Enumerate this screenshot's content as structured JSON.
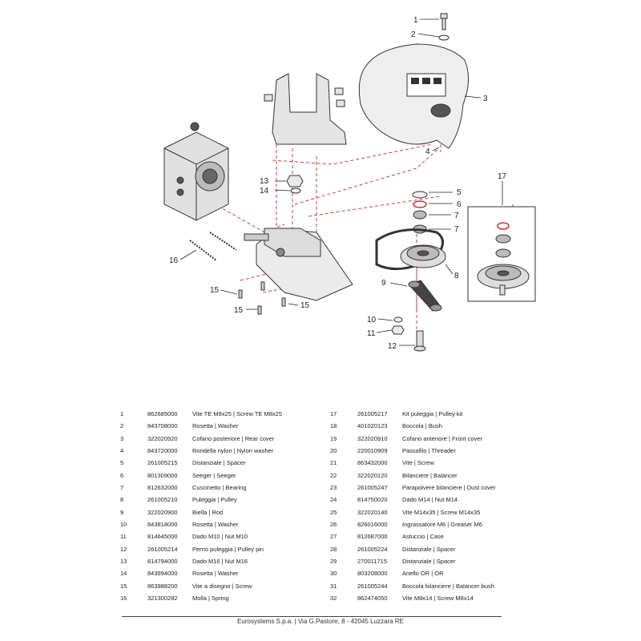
{
  "callouts": [
    "1",
    "2",
    "3",
    "4",
    "5",
    "6",
    "7",
    "7",
    "8",
    "9",
    "10",
    "11",
    "12",
    "13",
    "14",
    "15",
    "15",
    "15",
    "16",
    "17"
  ],
  "parts": [
    {
      "n": "1",
      "code": "862685000",
      "desc": "Vite TE M8x25 | Screw TE M8x25"
    },
    {
      "n": "2",
      "code": "843708000",
      "desc": "Rosetta | Washer"
    },
    {
      "n": "3",
      "code": "322020920",
      "desc": "Cofano posteriore | Rear cover"
    },
    {
      "n": "4",
      "code": "843720000",
      "desc": "Rondella nylon | Nylon washer"
    },
    {
      "n": "5",
      "code": "261005215",
      "desc": "Distanziale | Spacer"
    },
    {
      "n": "6",
      "code": "801309000",
      "desc": "Seeger | Seeger"
    },
    {
      "n": "7",
      "code": "812632000",
      "desc": "Cuscinetto | Bearing"
    },
    {
      "n": "8",
      "code": "261005210",
      "desc": "Puleggia | Pulley"
    },
    {
      "n": "9",
      "code": "322020900",
      "desc": "Biella | Rod"
    },
    {
      "n": "10",
      "code": "843818000",
      "desc": "Rosetta | Washer"
    },
    {
      "n": "11",
      "code": "814645000",
      "desc": "Dado M10 | Nut M10"
    },
    {
      "n": "12",
      "code": "261005214",
      "desc": "Perno puleggia | Pulley pin"
    },
    {
      "n": "13",
      "code": "814794000",
      "desc": "Dado M16 | Nut M16"
    },
    {
      "n": "14",
      "code": "843994000",
      "desc": "Rosetta | Washer"
    },
    {
      "n": "15",
      "code": "863988200",
      "desc": "Vite a disegno | Screw"
    },
    {
      "n": "16",
      "code": "321300282",
      "desc": "Molla | Spring"
    },
    {
      "n": "17",
      "code": "261005217",
      "desc": "Kit puleggia | Pulley kit"
    },
    {
      "n": "18",
      "code": "401020123",
      "desc": "Boccola | Bush"
    },
    {
      "n": "19",
      "code": "322020910",
      "desc": "Cofano anteriore | Front cover"
    },
    {
      "n": "20",
      "code": "220010909",
      "desc": "Passafilo | Threader"
    },
    {
      "n": "21",
      "code": "863432000",
      "desc": "Vite | Screw"
    },
    {
      "n": "22",
      "code": "322020120",
      "desc": "Bilanciere | Balancer"
    },
    {
      "n": "23",
      "code": "261005247",
      "desc": "Parapolvere bilanciere | Dust cover"
    },
    {
      "n": "24",
      "code": "814750020",
      "desc": "Dado M14 | Nut M14"
    },
    {
      "n": "25",
      "code": "322020140",
      "desc": "Vite M14x35 | Screw M14x35"
    },
    {
      "n": "26",
      "code": "826016000",
      "desc": "Ingrassatore M6 | Greaser M6"
    },
    {
      "n": "27",
      "code": "812687000",
      "desc": "Astuccio | Case"
    },
    {
      "n": "28",
      "code": "261005224",
      "desc": "Distanziale | Spacer"
    },
    {
      "n": "29",
      "code": "270011715",
      "desc": "Distanziale | Spacer"
    },
    {
      "n": "30",
      "code": "803208000",
      "desc": "Anello OR | OR"
    },
    {
      "n": "31",
      "code": "261005244",
      "desc": "Boccola bilanciere | Balancer bush"
    },
    {
      "n": "32",
      "code": "862474050",
      "desc": "Vite M8x14 | Screw M8x14"
    }
  ],
  "footer": "Eurosystems S.p.a.  |  Via G.Pastore, 8 - 42045 Luzzara RE"
}
